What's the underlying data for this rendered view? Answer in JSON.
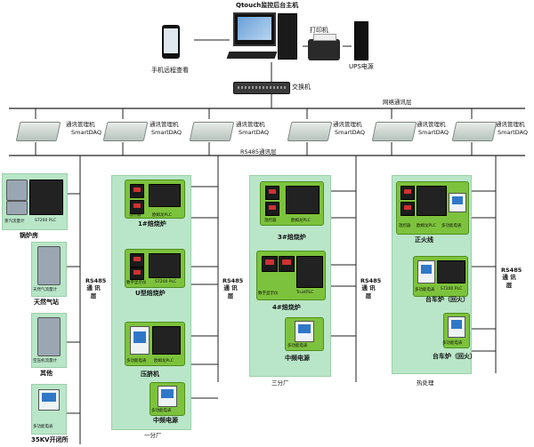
{
  "top": {
    "host_label": "Qtouch监控后台主机",
    "phone_label": "手机远程查看",
    "printer_label": "打印机",
    "ups_label": "UPS电源",
    "switch_label": "交换机"
  },
  "network_layer_label": "网络通讯层",
  "rs485_layer_label": "RS485通讯层",
  "gateway": {
    "line1": "通讯管理机",
    "line2": "SmartDAQ"
  },
  "rs485_vertical": "RS485 通 讯 层",
  "left_column": {
    "caption_flowmeter": "蒸汽流量计",
    "caption_plc": "S7200 PLC",
    "label_boiler": "锅炉房",
    "caption_gas": "天然气流量计",
    "label_gas_station": "天然气站",
    "caption_air": "空压机流量计",
    "label_other": "其他",
    "caption_meter": "多功能电表",
    "label_35kv": "35KV开闭所"
  },
  "plant1": {
    "caption_temp": "温控器",
    "caption_oxygen": "欧姆龙PLC",
    "label_furnace1": "1#焙烧炉",
    "caption_digital": "数字显示仪",
    "caption_plc": "S7200 PLC",
    "label_u_furnace": "U型焙烧炉",
    "caption_meter": "多功能电表",
    "caption_oxygen2": "欧姆龙PLC",
    "label_press": "压脐机",
    "caption_meter2": "多功能电表",
    "label_mid": "中频电源",
    "footer": "一分厂"
  },
  "plant3": {
    "caption_temp": "温控器",
    "caption_oxygen": "欧姆龙PLC",
    "label_furnace3": "3#焙烧炉",
    "caption_digital": "数字显示仪",
    "caption_plc": "TrustPLC",
    "label_furnace4": "4#焙烧炉",
    "caption_meter": "多功能电表",
    "label_mid": "中频电源",
    "footer": "三分厂"
  },
  "heat": {
    "caption_temp": "温控器",
    "caption_oxygen": "欧姆龙PLC",
    "caption_meter": "多功能电表",
    "label_line": "正火线",
    "caption_meter2": "多功能电表",
    "caption_plc": "S7200 PLC",
    "label_car1": "台车炉（回火）",
    "caption_meter3": "多功能电表",
    "label_car2": "台车炉（回火）",
    "footer": "热处理"
  }
}
